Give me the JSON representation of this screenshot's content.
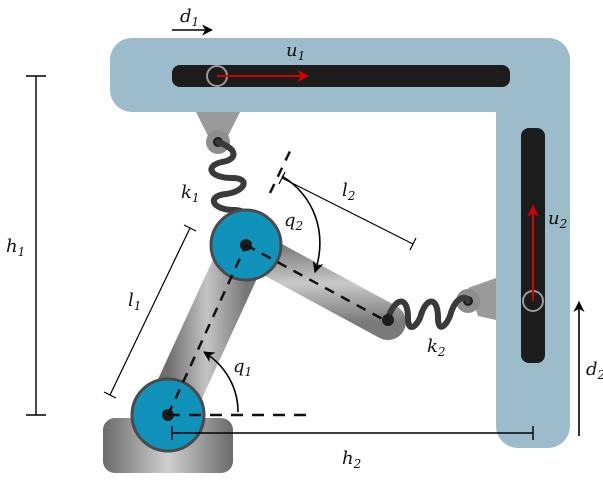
{
  "labels": {
    "d1": {
      "base": "d",
      "sub": "1"
    },
    "d2": {
      "base": "d",
      "sub": "2"
    },
    "u1": {
      "base": "u",
      "sub": "1"
    },
    "u2": {
      "base": "u",
      "sub": "2"
    },
    "h1": {
      "base": "h",
      "sub": "1"
    },
    "h2": {
      "base": "h",
      "sub": "2"
    },
    "l1": {
      "base": "l",
      "sub": "1"
    },
    "l2": {
      "base": "l",
      "sub": "2"
    },
    "k1": {
      "base": "k",
      "sub": "1"
    },
    "k2": {
      "base": "k",
      "sub": "2"
    },
    "q1": {
      "base": "q",
      "sub": "1"
    },
    "q2": {
      "base": "q",
      "sub": "2"
    }
  },
  "colors": {
    "frame": "#9dbccb",
    "slot": "#1c1c1c",
    "joint": "#1192bb",
    "link": "#8a8a8a",
    "actuator_arrow": "#d40000",
    "spring": "#3a3a3a"
  }
}
